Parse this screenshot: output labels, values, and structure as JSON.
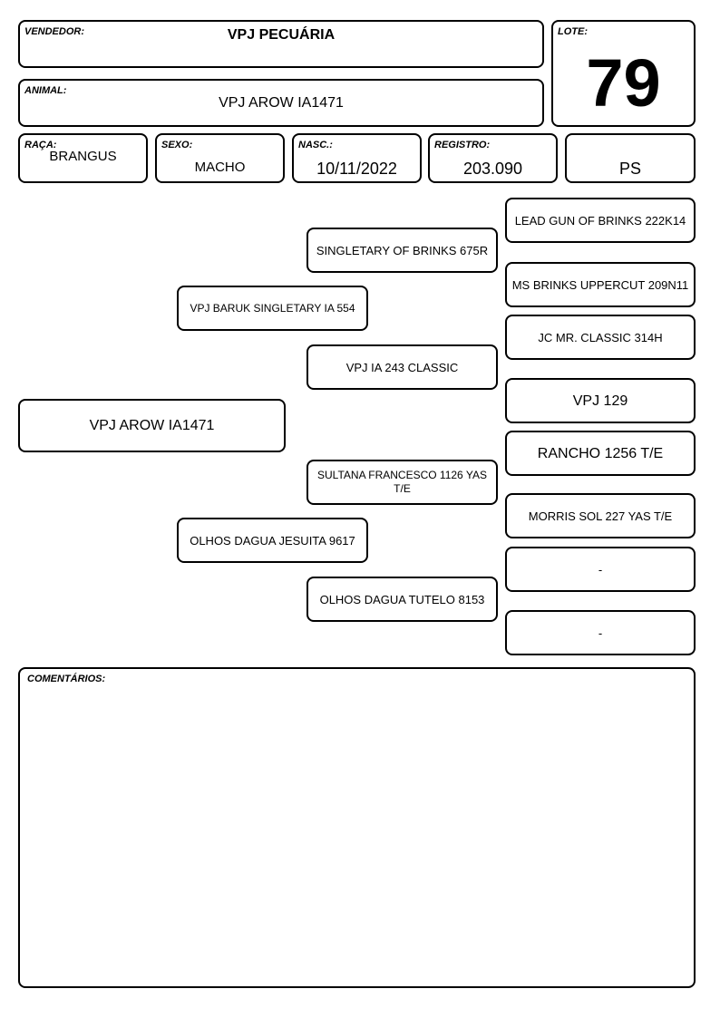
{
  "header": {
    "vendedor_label": "VENDEDOR:",
    "vendedor_value": "VPJ PECUÁRIA",
    "lote_label": "LOTE:",
    "lote_value": "79",
    "animal_label": "ANIMAL:",
    "animal_value": "VPJ AROW IA1471"
  },
  "info": {
    "raca_label": "RAÇA:",
    "raca_value": "BRANGUS",
    "sexo_label": "SEXO:",
    "sexo_value": "MACHO",
    "nasc_label": "NASC.:",
    "nasc_value": "10/11/2022",
    "registro_label": "REGISTRO:",
    "registro_value": "203.090",
    "tipo_value": "PS"
  },
  "pedigree": {
    "animal": "VPJ AROW IA1471",
    "sire": "VPJ BARUK SINGLETARY IA 554",
    "dam": "OLHOS DAGUA JESUITA 9617",
    "sire_sire": "SINGLETARY OF BRINKS 675R",
    "sire_dam": "VPJ IA 243 CLASSIC",
    "dam_sire": "SULTANA FRANCESCO 1126 YAS T/E",
    "dam_dam": "OLHOS DAGUA TUTELO 8153",
    "ggp": [
      "LEAD GUN OF BRINKS 222K14",
      "MS BRINKS UPPERCUT 209N11",
      "JC MR. CLASSIC 314H",
      "VPJ 129",
      "RANCHO 1256 T/E",
      "MORRIS SOL 227 YAS T/E",
      "-",
      "-"
    ]
  },
  "comments": {
    "label": "COMENTÁRIOS:",
    "text": ""
  }
}
